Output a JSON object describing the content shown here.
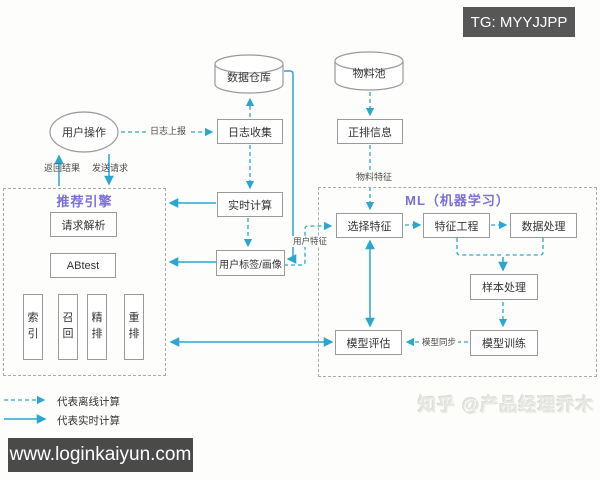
{
  "badges": {
    "tg": "TG: MYYJJPP",
    "site": "www.loginkaiyun.com",
    "watermark": "知乎 @产品经理乔木"
  },
  "groups": {
    "recommend_engine": {
      "title": "推荐引擎"
    },
    "ml": {
      "title": "ML（机器学习）"
    }
  },
  "nodes": {
    "data_warehouse": {
      "label": "数据仓库",
      "shape": "cylinder"
    },
    "material_pool": {
      "label": "物料池",
      "shape": "cylinder"
    },
    "user_action": {
      "label": "用户操作",
      "shape": "ellipse"
    },
    "log_collect": {
      "label": "日志收集"
    },
    "forward_info": {
      "label": "正排信息"
    },
    "realtime_compute": {
      "label": "实时计算"
    },
    "user_profile": {
      "label": "用户标签/画像"
    },
    "select_feature": {
      "label": "选择特征"
    },
    "feature_engineering": {
      "label": "特征工程"
    },
    "data_process": {
      "label": "数据处理"
    },
    "sample_process": {
      "label": "样本处理"
    },
    "model_train": {
      "label": "模型训练"
    },
    "model_eval": {
      "label": "模型评估"
    },
    "request_parse": {
      "label": "请求解析"
    },
    "abtest": {
      "label": "ABtest"
    },
    "index": {
      "label": "索引"
    },
    "recall": {
      "label": "召回"
    },
    "fine_rank": {
      "label": "精排"
    },
    "rerank": {
      "label": "重排"
    }
  },
  "edge_labels": {
    "log_report": "日志上报",
    "return_result": "返回结果",
    "send_request": "发送请求",
    "material_feature": "物料特征",
    "user_feature": "用户特征",
    "model_sync": "模型同步"
  },
  "legend": [
    {
      "style": "dashed",
      "label": "代表离线计算"
    },
    {
      "style": "solid",
      "label": "代表实时计算"
    }
  ],
  "colors": {
    "accent_teal": "#2BA7CE",
    "accent_purple": "#7B6FD8",
    "border_gray": "#999999",
    "badge_bg": "#4F4F4F"
  }
}
